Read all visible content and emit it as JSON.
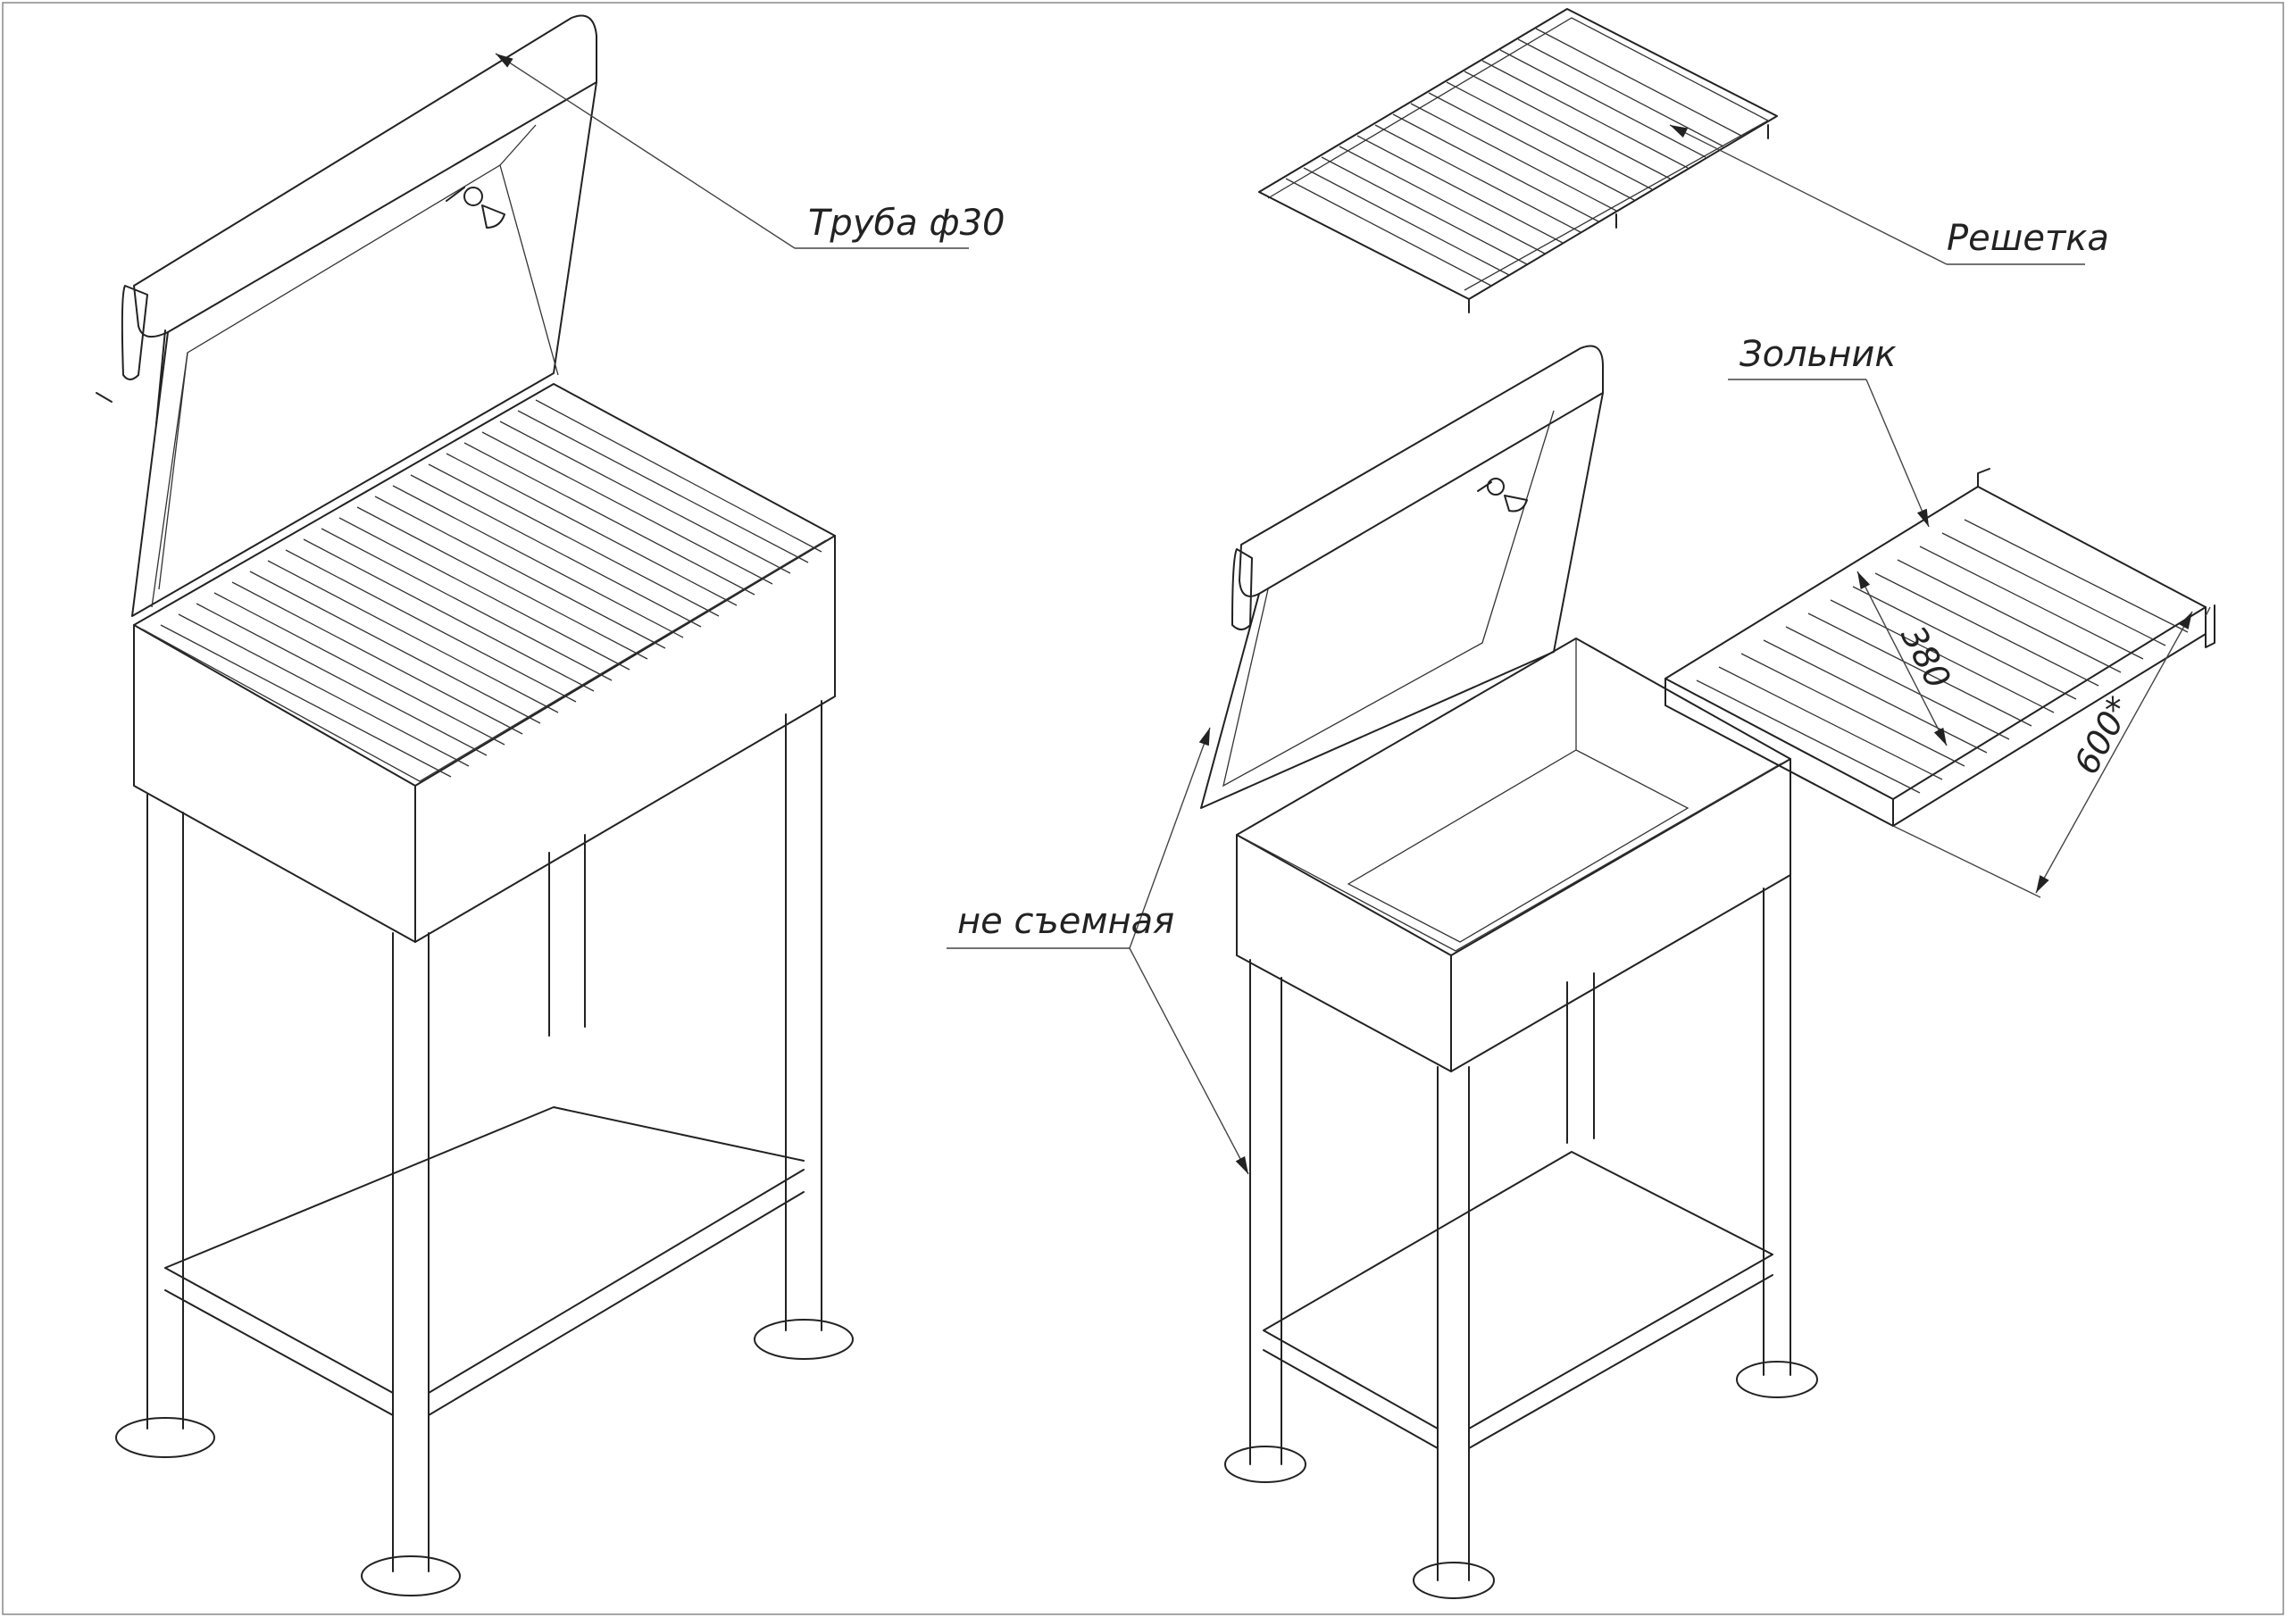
{
  "labels": {
    "pipe": "Труба ф30",
    "grate": "Решетка",
    "ash_pan": "Зольник",
    "fixed": "не съемная"
  },
  "dimensions": {
    "depth": "380",
    "length": "600*"
  }
}
